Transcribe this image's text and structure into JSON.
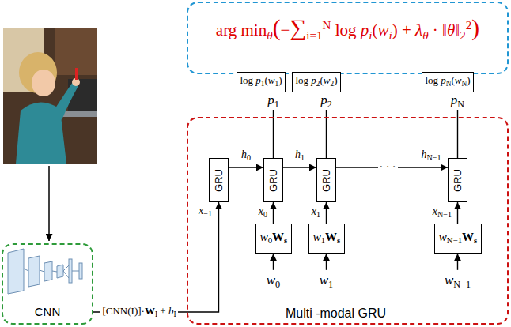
{
  "diagram": {
    "nodes": [
      {
        "text": [
          "arg minθ(−∑i=1N log pi(wi) + λθ · ‖θ‖22)"
        ]
      },
      {
        "text": [
          "log p1(w1)"
        ]
      },
      {
        "text": [
          "log p2(w2)"
        ]
      },
      {
        "text": [
          "log pN(wN)"
        ]
      },
      {
        "text": [
          "Multi -modal GRU"
        ]
      },
      {
        "text": [
          "GRU"
        ],
        "in": 4
      },
      {
        "text": [
          "GRU"
        ],
        "in": 4
      },
      {
        "text": [
          "GRU"
        ],
        "in": 4
      },
      {
        "text": [
          "GRU"
        ],
        "in": 4
      },
      {
        "text": [
          "w0Ws"
        ],
        "in": 4
      },
      {
        "text": [
          "w1Ws"
        ],
        "in": 4
      },
      {
        "text": [
          "wN−1Ws"
        ],
        "in": 4
      },
      {
        "text": [
          "CNN"
        ]
      }
    ],
    "edges": [
      {
        "from": 12,
        "to": 5,
        "arrow": "to",
        "label": "[CNN(I)]·WI + bI"
      },
      {
        "from": 5,
        "to": 6,
        "arrow": "to",
        "label": "h0"
      },
      {
        "from": 6,
        "to": 7,
        "arrow": "to",
        "label": "h1"
      },
      {
        "from": 7,
        "to": 8,
        "arrow": "to",
        "label": "hN−1"
      },
      {
        "from": 9,
        "to": 6,
        "arrow": "to",
        "label": "x0"
      },
      {
        "from": 10,
        "to": 7,
        "arrow": "to",
        "label": "x1"
      },
      {
        "from": 11,
        "to": 8,
        "arrow": "to",
        "label": "xN−1"
      },
      {
        "from": 6,
        "to": 1,
        "arrow": "to",
        "label": "p1"
      },
      {
        "from": 7,
        "to": 2,
        "arrow": "to",
        "label": "p2"
      },
      {
        "from": 8,
        "to": 3,
        "arrow": "to",
        "label": "pN"
      }
    ],
    "labels": [
      "x−1",
      "· · ·",
      "w0",
      "w1",
      "wN−1"
    ]
  }
}
